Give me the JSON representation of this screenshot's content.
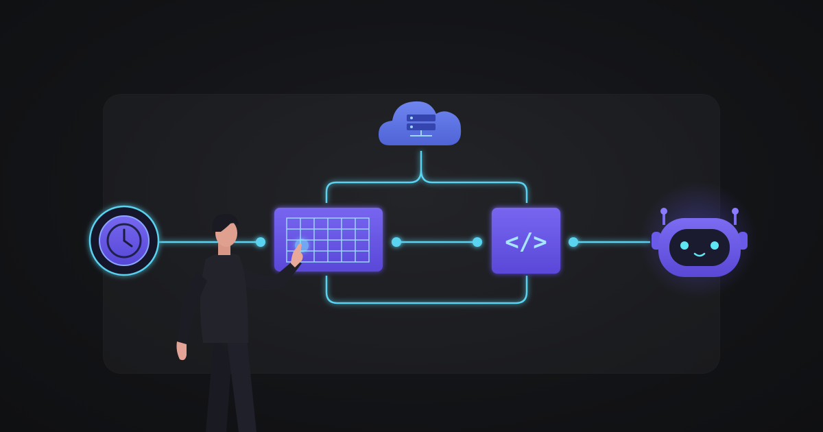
{
  "diagram": {
    "nodes": [
      {
        "id": "schedule",
        "icon": "clock-icon"
      },
      {
        "id": "spreadsheet",
        "icon": "grid-icon"
      },
      {
        "id": "cloud-server",
        "icon": "cloud-server-icon"
      },
      {
        "id": "code",
        "icon": "code-brackets-icon",
        "label": "</>"
      },
      {
        "id": "bot",
        "icon": "robot-icon"
      }
    ],
    "edges": [
      {
        "from": "schedule",
        "to": "spreadsheet"
      },
      {
        "from": "spreadsheet",
        "to": "code"
      },
      {
        "from": "code",
        "to": "bot"
      },
      {
        "from": "cloud-server",
        "to": "spreadsheet"
      },
      {
        "from": "cloud-server",
        "to": "code"
      },
      {
        "from": "spreadsheet",
        "to": "code",
        "route": "below"
      }
    ],
    "colors": {
      "accent_line": "#5ad3f0",
      "node_fill": "#6a5ae8",
      "node_fill_light": "#7c6ef0",
      "cloud_fill": "#5a72e0",
      "grid_line": "#9ad8ff",
      "bot_face": "#1a1b2e",
      "bot_eyes": "#5ee6f5"
    }
  }
}
